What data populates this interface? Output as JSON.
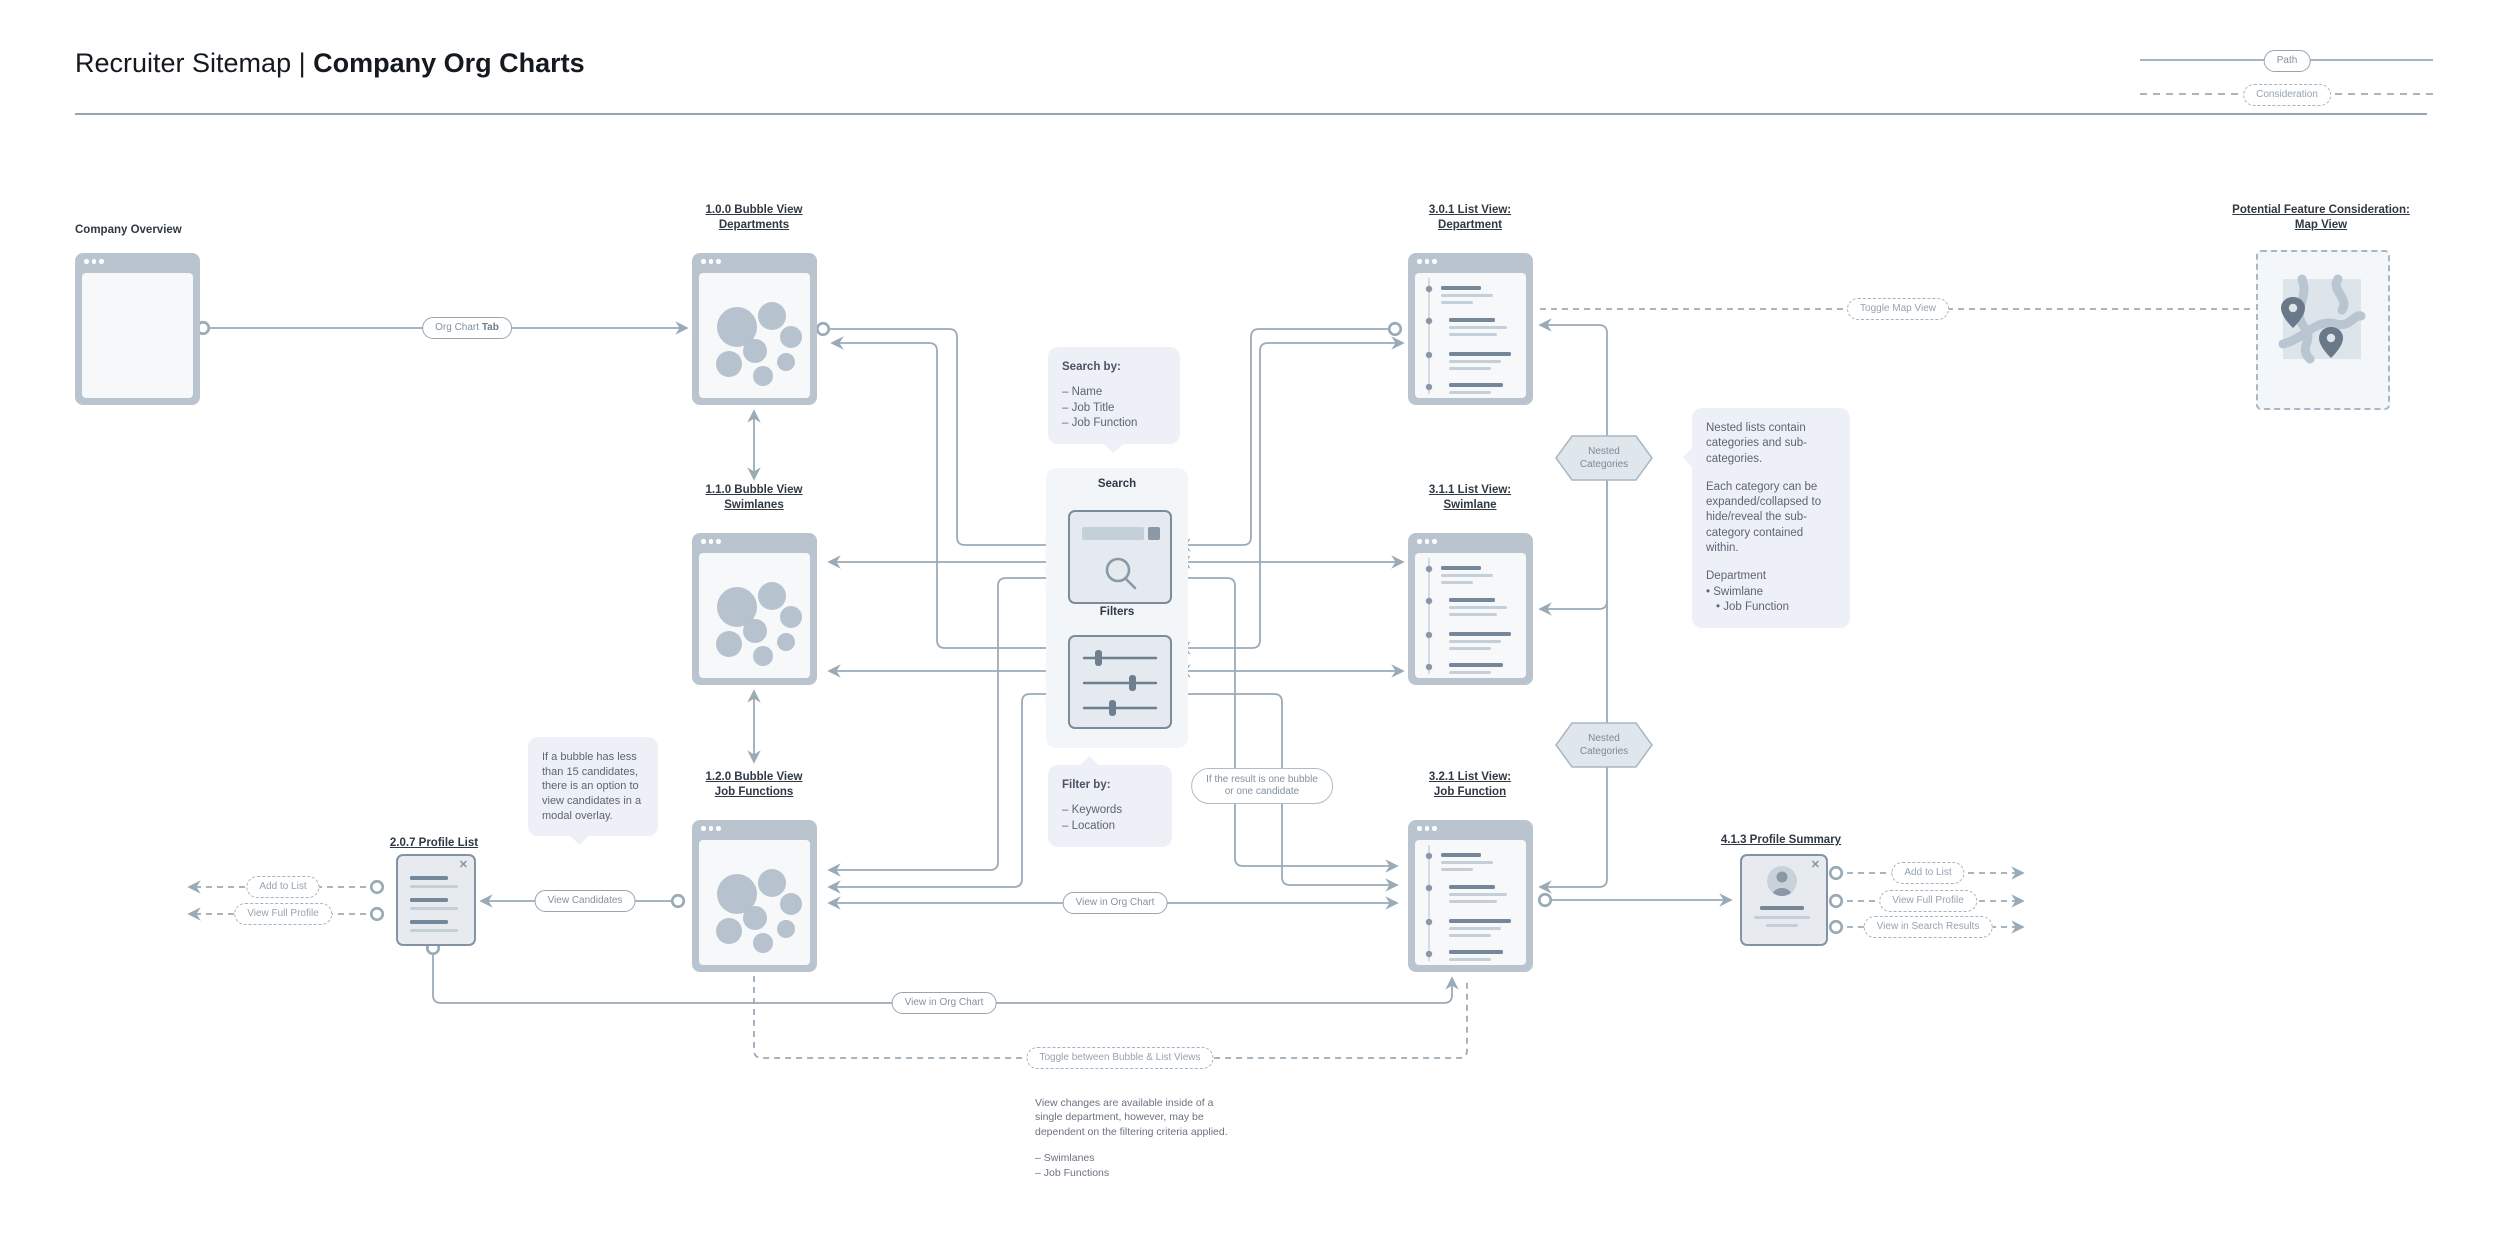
{
  "header": {
    "title_prefix": "Recruiter Sitemap | ",
    "title_bold": "Company Org Charts"
  },
  "legend": {
    "path": "Path",
    "consideration": "Consideration"
  },
  "nodes": {
    "company_overview": "Company Overview",
    "bubble_departments": [
      "1.0.0 Bubble View",
      "Departments"
    ],
    "bubble_swimlanes": [
      "1.1.0 Bubble View",
      "Swimlanes"
    ],
    "bubble_job_functions": [
      "1.2.0 Bubble View",
      "Job Functions"
    ],
    "list_department": [
      "3.0.1 List View:",
      "Department"
    ],
    "list_swimlane": [
      "3.1.1 List View:",
      "Swimlane"
    ],
    "list_job_function": [
      "3.2.1 List View:",
      "Job Function"
    ],
    "profile_list": "2.0.7 Profile List",
    "profile_summary": "4.1.3 Profile Summary",
    "map_view": [
      "Potential Feature Consideration:",
      "Map View"
    ]
  },
  "center": {
    "search_label": "Search",
    "filters_label": "Filters"
  },
  "pills": {
    "org_chart_tab_prefix": "Org Chart ",
    "org_chart_tab_bold": "Tab",
    "view_candidates": "View Candidates",
    "view_in_org_chart": "View in Org Chart",
    "if_result_line1": "If the result is one bubble",
    "if_result_line2": "or one candidate",
    "toggle_map_view": "Toggle Map View",
    "toggle_views": "Toggle between Bubble & List Views",
    "add_to_list": "Add to List",
    "view_full_profile": "View Full Profile",
    "view_in_search_results": "View in Search Results"
  },
  "hexagon": {
    "line1": "Nested",
    "line2": "Categories"
  },
  "notes": {
    "search_by": {
      "heading": "Search by:",
      "items": [
        "– Name",
        "– Job Title",
        "– Job Function"
      ]
    },
    "filter_by": {
      "heading": "Filter by:",
      "items": [
        "– Keywords",
        "– Location"
      ]
    },
    "bubble_modal": "If a bubble has less than 15 candidates, there is an option to view candidates in a modal overlay.",
    "nested": {
      "p1": "Nested lists contain categories and sub-categories.",
      "p2": "Each category can be expanded/collapsed to hide/reveal the sub-category contained within.",
      "l1": "Department",
      "l2": "• Swimlane",
      "l3": "• Job Function"
    },
    "view_changes": {
      "p1": "View changes are available inside of a single department, however, may be dependent on the filtering criteria applied.",
      "items": [
        "– Swimlanes",
        "– Job Functions"
      ]
    }
  },
  "icons": {
    "close": "✕"
  },
  "colors": {
    "line": "#9aabb8",
    "window_chrome": "#b9c4cf",
    "note_bg": "#eef0f7",
    "accent_dark": "#2e3944"
  }
}
